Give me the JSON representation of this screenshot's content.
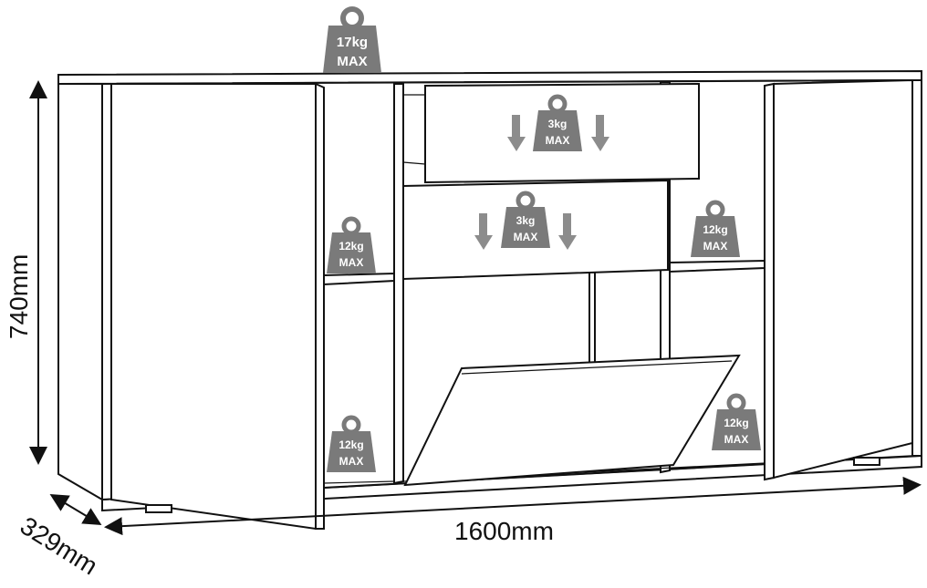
{
  "dimensions": {
    "height": "740mm",
    "width": "1600mm",
    "depth": "329mm"
  },
  "weights": {
    "top": {
      "value": "17kg",
      "unit": "MAX"
    },
    "drawer_top": {
      "value": "3kg",
      "unit": "MAX"
    },
    "drawer_middle": {
      "value": "3kg",
      "unit": "MAX"
    },
    "shelf_left_upper": {
      "value": "12kg",
      "unit": "MAX"
    },
    "shelf_left_lower": {
      "value": "12kg",
      "unit": "MAX"
    },
    "shelf_right_upper": {
      "value": "12kg",
      "unit": "MAX"
    },
    "shelf_right_lower": {
      "value": "12kg",
      "unit": "MAX"
    }
  },
  "colors": {
    "weight_fill": "#7a7a7a",
    "arrow_fill": "#8c8c8c",
    "outline": "#111111"
  }
}
